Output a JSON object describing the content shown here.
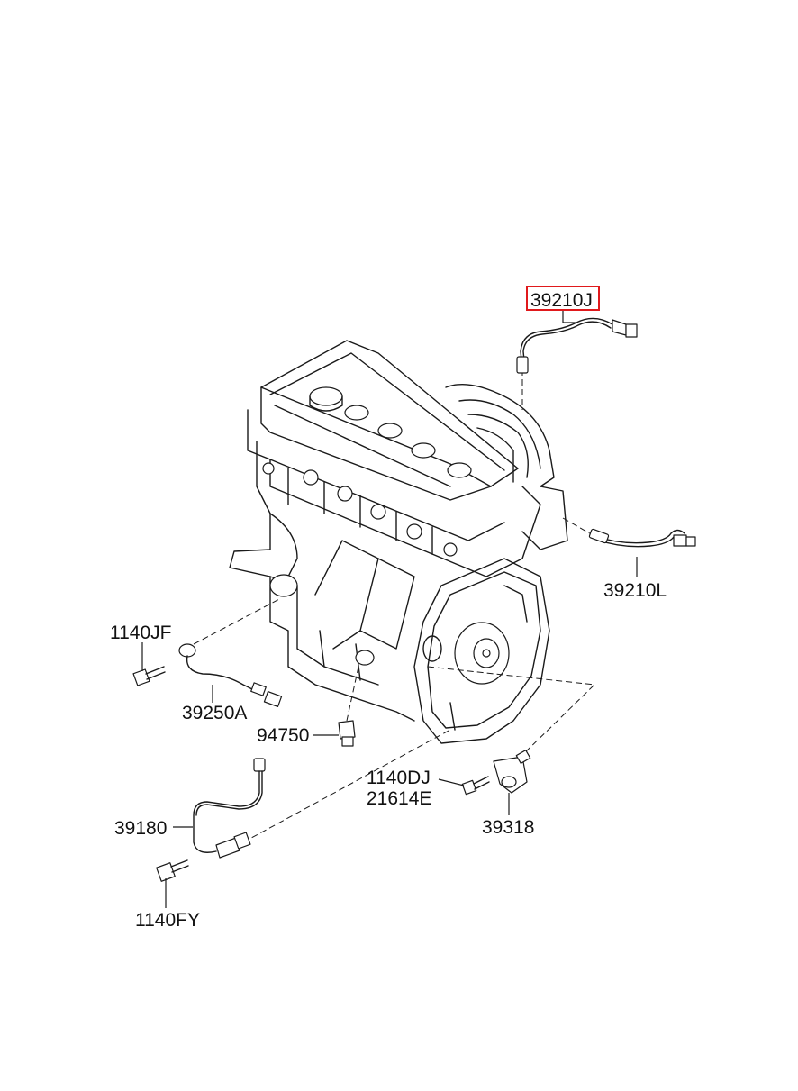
{
  "highlight_color": "#e0191c",
  "parts": {
    "p39210J": "39210J",
    "p39210L": "39210L",
    "p1140JF": "1140JF",
    "p39250A": "39250A",
    "p94750": "94750",
    "p1140DJ": "1140DJ",
    "p21614E": "21614E",
    "p39318": "39318",
    "p39180": "39180",
    "p1140FY": "1140FY"
  }
}
